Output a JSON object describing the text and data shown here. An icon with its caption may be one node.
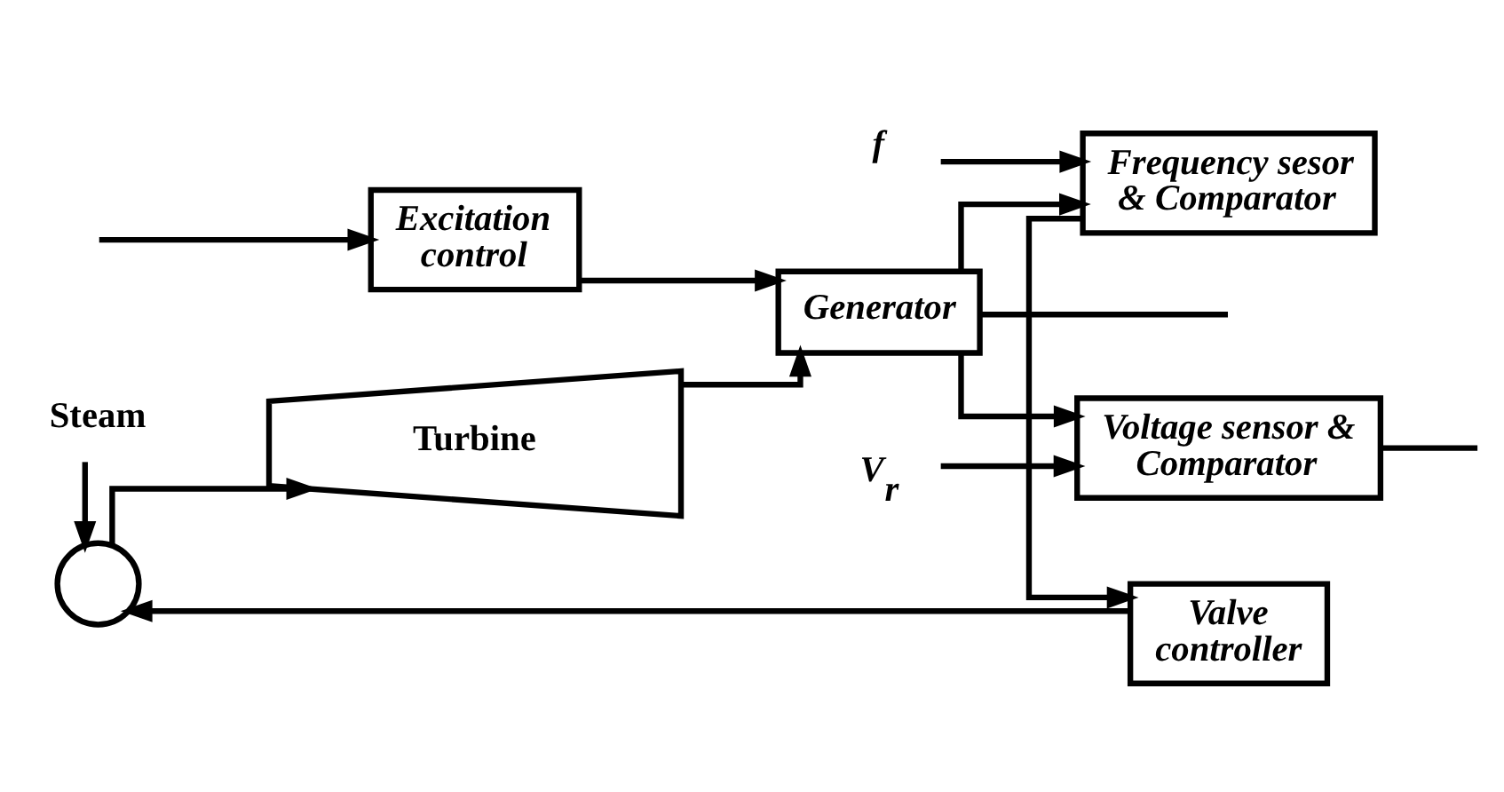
{
  "diagram": {
    "nodes": [
      {
        "text": [
          "Steam"
        ]
      },
      {
        "text": [],
        "shape": "circle"
      },
      {
        "text": [
          "Turbine"
        ]
      },
      {
        "text": [
          "Generator"
        ]
      },
      {
        "text": [
          "Excitation control"
        ]
      },
      {
        "text": [
          "Valve controller"
        ]
      },
      {
        "text": [
          "Frequency sesor & Comparator"
        ]
      },
      {
        "text": [
          "Voltage sensor & Comparator"
        ]
      },
      {
        "text": [
          "f"
        ]
      },
      {
        "text": [
          "V$_{r}$"
        ]
      }
    ],
    "edges": [
      {
        "from": 0,
        "to": 1,
        "arrow": "to"
      },
      {
        "from": 1,
        "to": 2,
        "arrow": "to"
      },
      {
        "from": 2,
        "to": 3,
        "arrow": "to"
      },
      {
        "from": 4,
        "to": 3,
        "arrow": "to"
      },
      {
        "from": null,
        "to": 4,
        "arrow": "to"
      },
      {
        "from": 3,
        "to": 6,
        "arrow": "to"
      },
      {
        "from": 3,
        "to": null,
        "arrow": "none"
      },
      {
        "from": 3,
        "to": 7,
        "arrow": "to"
      },
      {
        "from": 6,
        "to": 5,
        "arrow": "to"
      },
      {
        "from": 5,
        "to": 1,
        "arrow": "to"
      },
      {
        "from": 8,
        "to": 6,
        "arrow": "to"
      },
      {
        "from": 9,
        "to": 7,
        "arrow": "to"
      },
      {
        "from": 7,
        "to": null,
        "arrow": "none"
      }
    ]
  }
}
